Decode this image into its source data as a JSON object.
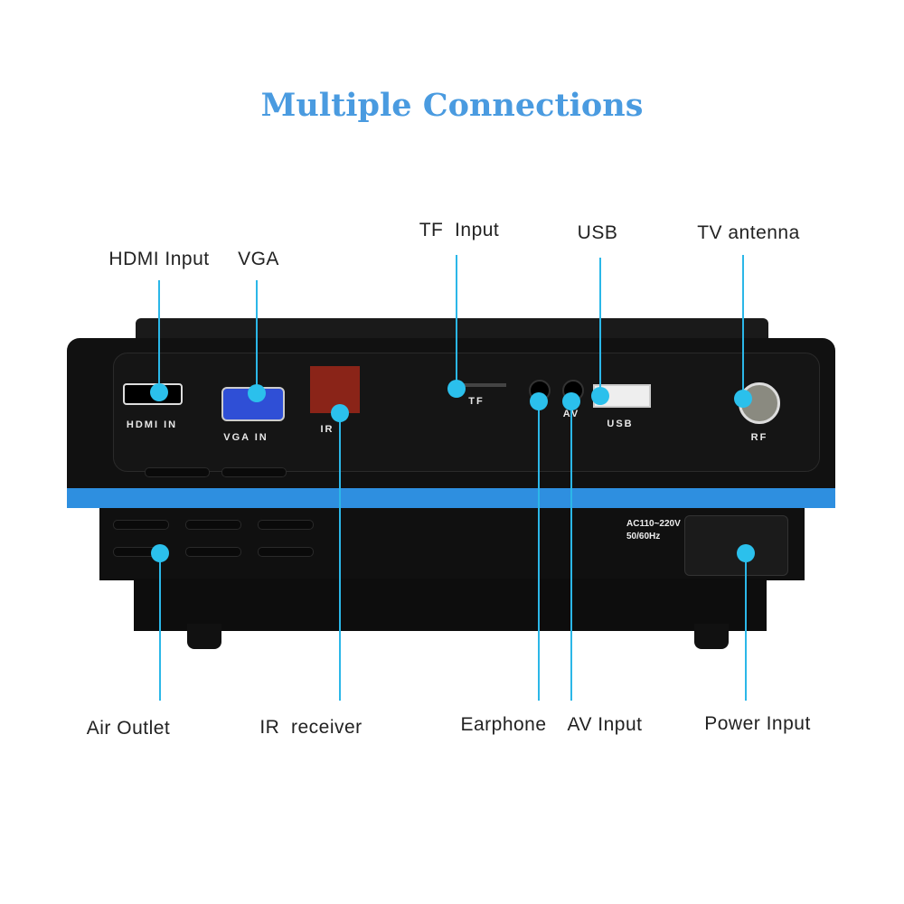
{
  "title": "Multiple Connections",
  "callouts": {
    "hdmi": "HDMI Input",
    "vga": "VGA",
    "tf": "TF  Input",
    "usb": "USB",
    "tv": "TV antenna",
    "air": "Air Outlet",
    "ir": "IR  receiver",
    "earphone": "Earphone",
    "av": "AV Input",
    "power": "Power Input"
  },
  "panel_labels": {
    "hdmi": "HDMI IN",
    "vga": "VGA IN",
    "ir": "IR",
    "tf": "TF",
    "av": "AV",
    "usb": "USB",
    "rf": "RF",
    "power_spec_1": "AC110~220V",
    "power_spec_2": "50/60Hz"
  },
  "colors": {
    "title": "#4a9be0",
    "callout": "#2bc0ec",
    "band": "#2e8fe0"
  }
}
